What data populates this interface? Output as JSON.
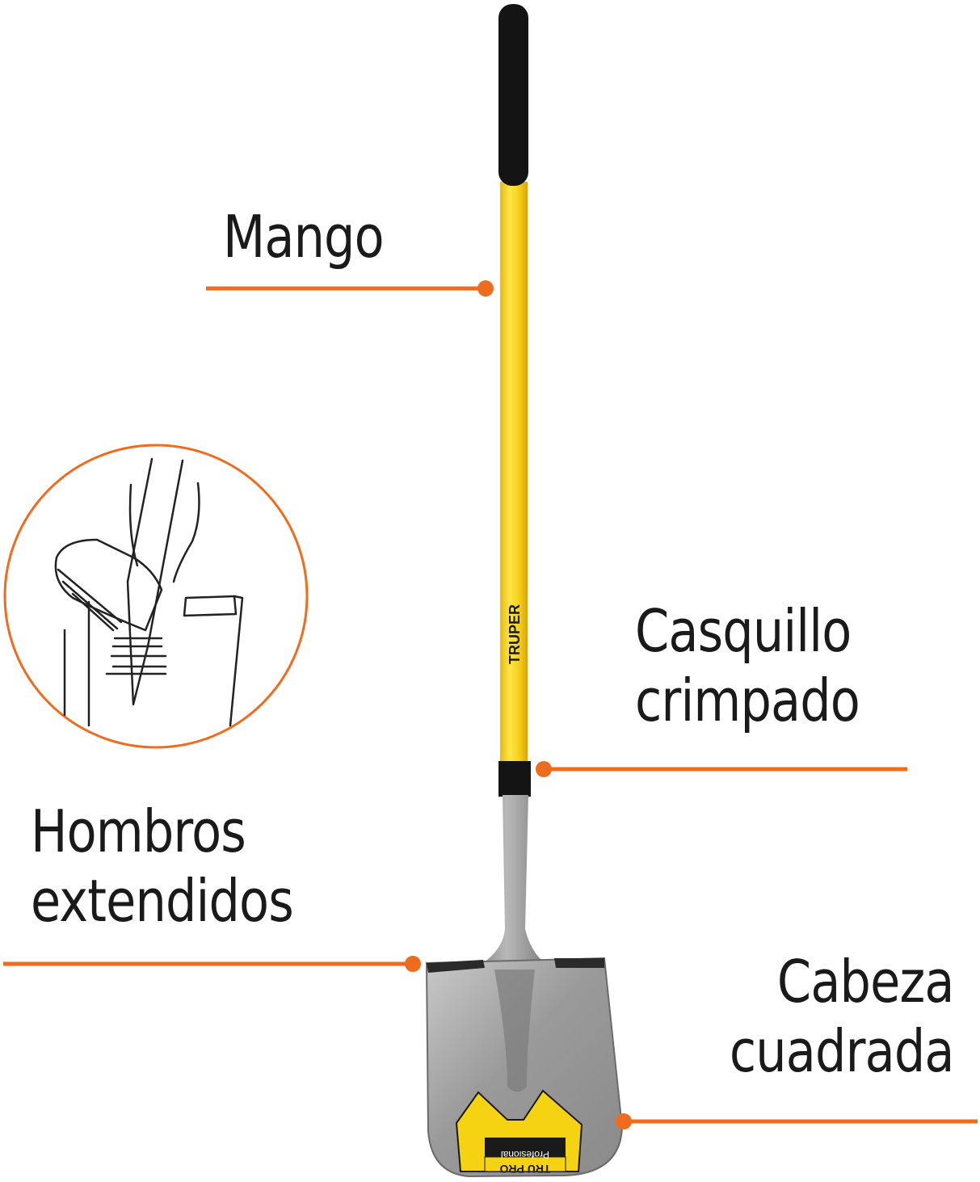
{
  "colors": {
    "accent": "#ef6c1f",
    "handle": "#f7d21c",
    "grip": "#141414",
    "blade": "#a4a4a4",
    "text": "#1a1a1a"
  },
  "callouts": {
    "mango": {
      "line1": "Mango"
    },
    "casquillo": {
      "line1": "Casquillo",
      "line2": "crimpado"
    },
    "hombros": {
      "line1": "Hombros",
      "line2": "extendidos"
    },
    "cabeza": {
      "line1": "Cabeza",
      "line2": "cuadrada"
    }
  },
  "product": {
    "brand_on_handle": "TRUPER",
    "blade_label_brand": "TRU PRO",
    "blade_label_sub": "Profesional"
  }
}
